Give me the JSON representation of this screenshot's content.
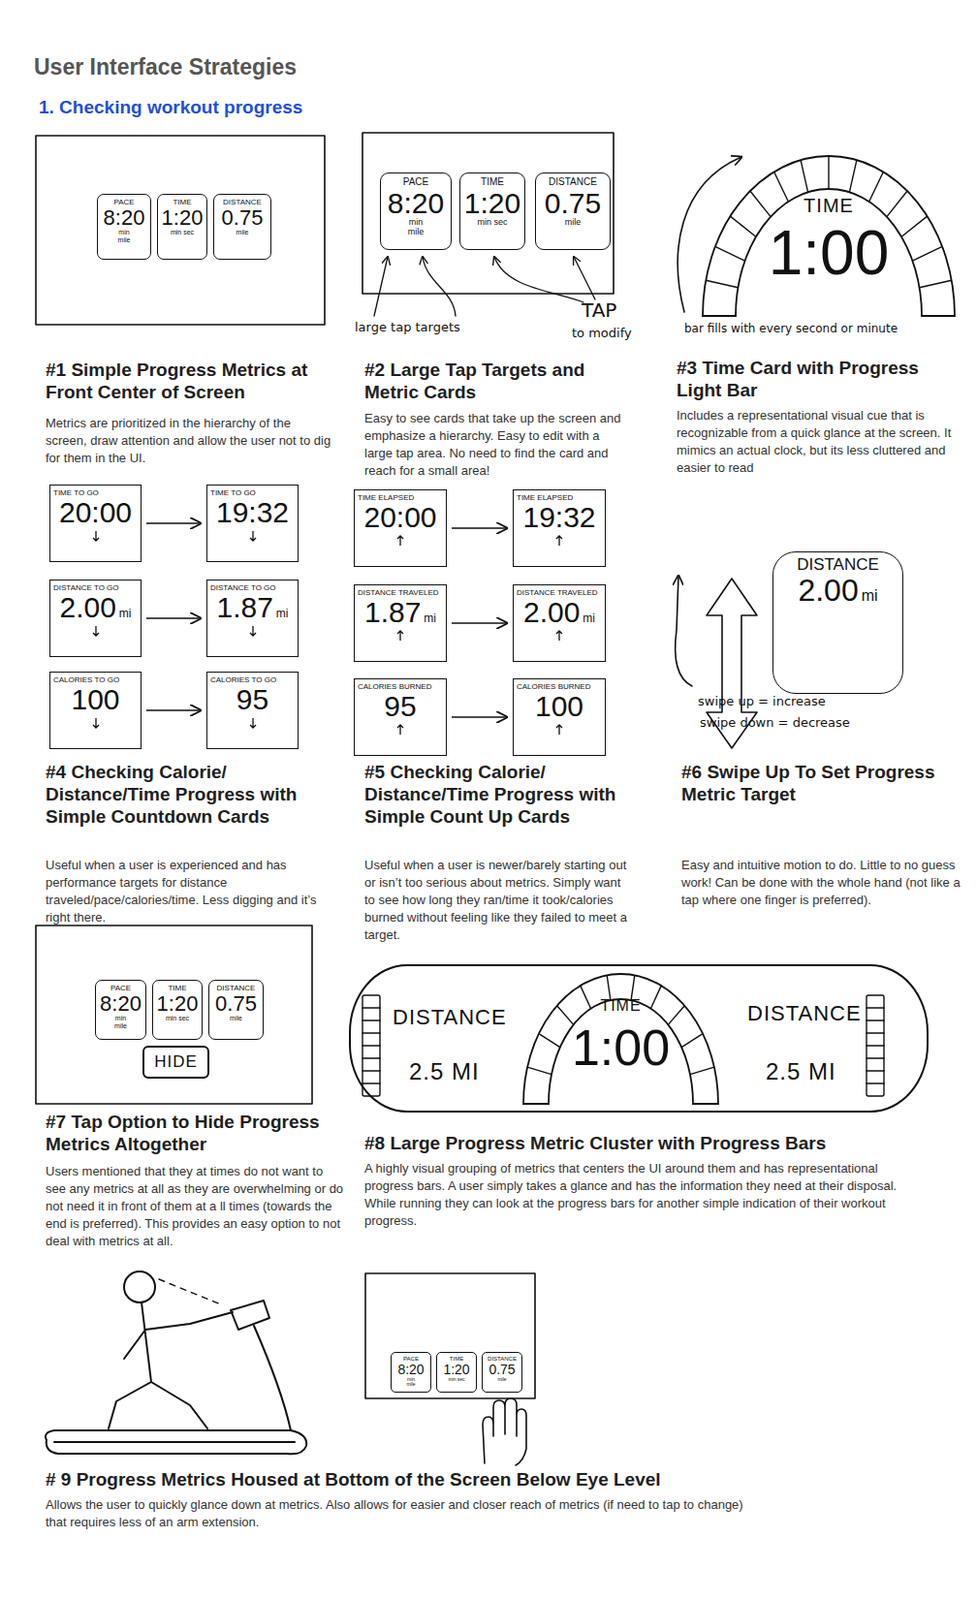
{
  "diagram": {
    "title": "User Interface Strategies",
    "nodes": [
      {
        "text": [
          "PACE",
          "8:20",
          "min mile"
        ]
      },
      {
        "text": [
          "TIME",
          "1:20",
          "min sec"
        ]
      },
      {
        "text": [
          "DISTANCE",
          "0.75",
          "mile"
        ]
      },
      {
        "text": [
          "PACE",
          "8:20",
          "min mile"
        ]
      },
      {
        "text": [
          "TIME",
          "1:20",
          "min sec"
        ]
      },
      {
        "text": [
          "DISTANCE",
          "0.75",
          "mile"
        ]
      },
      {
        "text": [
          "TIME",
          "1:00"
        ]
      },
      {
        "text": [
          "TIME TO GO",
          "20:00"
        ]
      },
      {
        "text": [
          "TIME TO GO",
          "19:32"
        ]
      },
      {
        "text": [
          "DISTANCE TO GO",
          "2.00",
          "mi"
        ]
      },
      {
        "text": [
          "DISTANCE TO GO",
          "1.87",
          "mi"
        ]
      },
      {
        "text": [
          "CALORIES TO GO",
          "100"
        ]
      },
      {
        "text": [
          "CALORIES TO GO",
          "95"
        ]
      },
      {
        "text": [
          "TIME ELAPSED",
          "20:00"
        ]
      },
      {
        "text": [
          "TIME ELAPSED",
          "19:32"
        ]
      },
      {
        "text": [
          "DISTANCE TRAVELED",
          "1.87",
          "mi"
        ]
      },
      {
        "text": [
          "DISTANCE TRAVELED",
          "2.00",
          "mi"
        ]
      },
      {
        "text": [
          "CALORIES BURNED",
          "95"
        ]
      },
      {
        "text": [
          "CALORIES BURNED",
          "100"
        ]
      },
      {
        "text": [
          "DISTANCE",
          "2.00",
          "mi"
        ]
      },
      {
        "text": [
          "PACE",
          "8:20",
          "min mile"
        ]
      },
      {
        "text": [
          "TIME",
          "1:20",
          "min sec"
        ]
      },
      {
        "text": [
          "DISTANCE",
          "0.75",
          "mile"
        ]
      },
      {
        "text": [
          "HIDE"
        ]
      },
      {
        "text": [
          "DISTANCE",
          "2.5 MI",
          "DISTANCE",
          "2.5 MI"
        ]
      },
      {
        "text": [
          "TIME",
          "1:00"
        ],
        "in": 24
      },
      {
        "text": [
          "PACE",
          "8:20",
          "min mile"
        ]
      },
      {
        "text": [
          "TIME",
          "1:20",
          "min sec"
        ]
      },
      {
        "text": [
          "DISTANCE",
          "0.75",
          "mile"
        ]
      }
    ],
    "edges": [
      {
        "from": 7,
        "to": 8,
        "arrow": "to"
      },
      {
        "from": 9,
        "to": 10,
        "arrow": "to"
      },
      {
        "from": 11,
        "to": 12,
        "arrow": "to"
      },
      {
        "from": 13,
        "to": 14,
        "arrow": "to"
      },
      {
        "from": 15,
        "to": 16,
        "arrow": "to"
      },
      {
        "from": 17,
        "to": 18,
        "arrow": "to"
      }
    ],
    "labels": [
      "1. Checking workout progress",
      "large tap targets",
      "TAP",
      "to modify",
      "bar fills with every second or minute",
      "swipe up = increase",
      "swipe down = decrease",
      "#1 Simple Progress Metrics at Front Center of Screen",
      "Metrics are prioritized in the hierarchy of the screen, draw attention and allow the user not to dig for them in the UI.",
      "#2 Large Tap Targets and Metric Cards",
      "Easy to see cards that take up the screen and emphasize a hierarchy. Easy to edit with a large tap area. No need to find the card and reach for a small area!",
      "#3 Time Card with Progress Light Bar",
      "Includes a representational visual cue that is recognizable from a quick glance at the screen. It mimics an actual clock, but its less cluttered and easier to read",
      "#4 Checking Calorie/ Distance/Time Progress with Simple Countdown Cards",
      "Useful when a user is experienced and has performance targets for distance traveled/pace/calories/time. Less digging and it’s right there.",
      "#5 Checking Calorie/ Distance/Time Progress with Simple Count Up Cards",
      "Useful when a user is newer/barely starting out or isn’t too serious about metrics. Simply want to see how long they ran/time it took/calories burned without feeling like they failed to meet a target.",
      "#6 Swipe Up To Set Progress Metric Target",
      "Easy and intuitive motion to do. Little to no guess work! Can be done with the whole hand (not like a tap where one finger is preferred).",
      "#7 Tap Option to Hide Progress Metrics Altogether",
      "Users mentioned that they at times do not want to see any metrics at all as they are overwhelming or do not need it in front of them at a ll times (towards the end is preferred). This provides an easy option to not deal with metrics at all.",
      "#8 Large Progress Metric Cluster with Progress Bars",
      "A highly visual grouping of metrics that centers the UI around them and has representational progress bars. A user simply takes a glance and has the information they need at their disposal. While running they can look at the progress bars for another simple indication of their workout progress.",
      "# 9 Progress Metrics Housed at Bottom of the Screen Below Eye Level",
      "Allows the user to quickly glance down at metrics. Also allows for easier and closer reach of metrics (if need to tap to change) that requires less of an arm extension."
    ]
  }
}
